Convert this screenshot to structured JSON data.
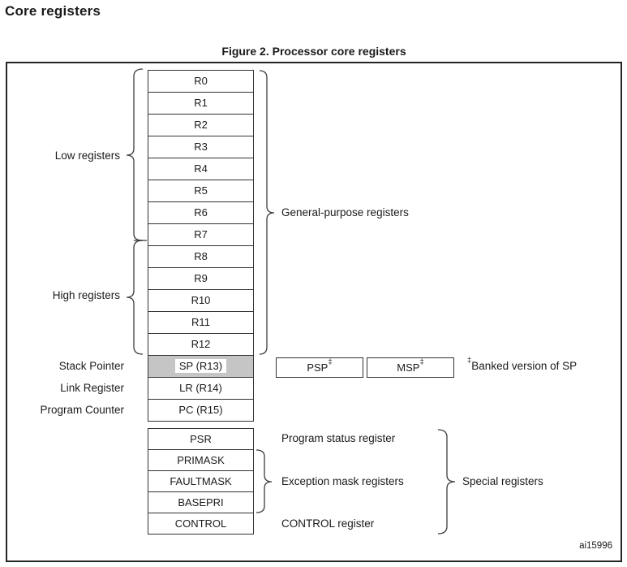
{
  "document": {
    "heading": "Core registers",
    "figure_caption": "Figure 2. Processor core registers",
    "figure_code": "ai15996"
  },
  "registers": {
    "general": [
      "R0",
      "R1",
      "R2",
      "R3",
      "R4",
      "R5",
      "R6",
      "R7",
      "R8",
      "R9",
      "R10",
      "R11",
      "R12"
    ],
    "stack_pointer_cell": "SP (R13)",
    "link_register_cell": "LR (R14)",
    "program_counter_cell": "PC (R15)",
    "special": [
      "PSR",
      "PRIMASK",
      "FAULTMASK",
      "BASEPRI",
      "CONTROL"
    ]
  },
  "labels": {
    "low": "Low registers",
    "high": "High registers",
    "stack_pointer": "Stack Pointer",
    "link_register": "Link Register",
    "program_counter": "Program Counter",
    "general_purpose": "General-purpose registers",
    "program_status": "Program status register",
    "exception_mask": "Exception mask registers",
    "control": "CONTROL register",
    "special": "Special registers"
  },
  "banked": {
    "psp": "PSP",
    "msp": "MSP",
    "dagger": "‡",
    "note": "Banked version of SP"
  },
  "colors": {
    "sp_cell_fill": "#c5c5c5",
    "line": "#3c3c3c"
  }
}
